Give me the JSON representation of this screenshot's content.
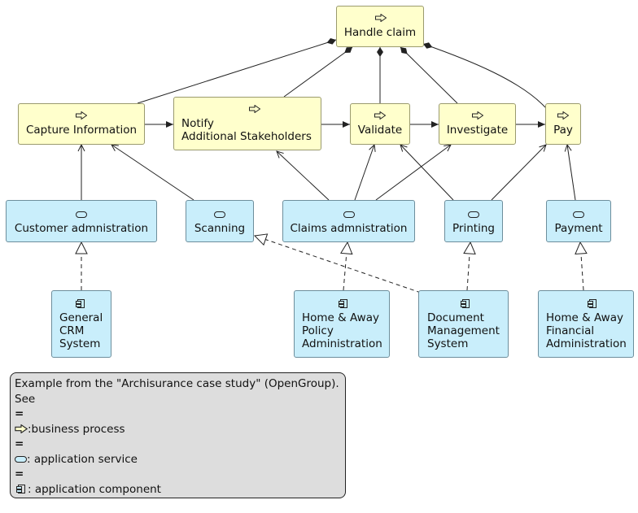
{
  "nodes": {
    "handle_claim": "Handle claim",
    "capture_information": "Capture Information",
    "notify": "Notify\nAdditional Stakeholders",
    "validate": "Validate",
    "investigate": "Investigate",
    "pay": "Pay",
    "customer_administration": "Customer admnistration",
    "scanning": "Scanning",
    "claims_administration": "Claims admnistration",
    "printing": "Printing",
    "payment": "Payment",
    "general_crm": "General\nCRM\nSystem",
    "home_away_policy": "Home & Away\nPolicy\nAdministration",
    "document_management": "Document\nManagement\nSystem",
    "home_away_financial": "Home & Away\nFinancial\nAdministration"
  },
  "legend": {
    "line1": "Example from the \"Archisurance case study\" (OpenGroup).",
    "line2": "See",
    "sep": "=",
    "business_process": ":business process",
    "application_service": ": application service",
    "application_component": ": application component"
  },
  "colors": {
    "business_process": "#ffffcc",
    "application_layer": "#c9eefb",
    "legend_background": "#dddddd"
  },
  "icons": [
    "process-arrow-icon",
    "service-icon",
    "component-icon"
  ]
}
